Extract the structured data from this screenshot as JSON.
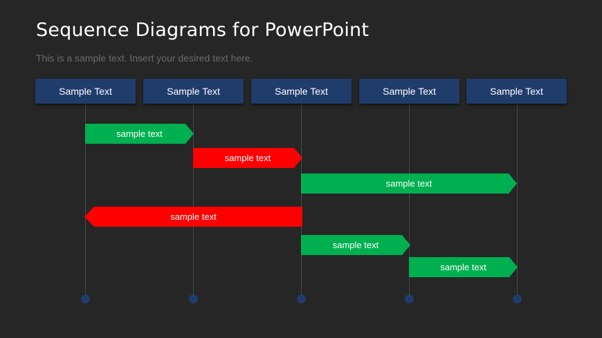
{
  "slide": {
    "title": "Sequence Diagrams for PowerPoint",
    "subtitle": "This is a sample text. Insert your desired text here."
  },
  "lanes": [
    {
      "label": "Sample Text"
    },
    {
      "label": "Sample Text"
    },
    {
      "label": "Sample Text"
    },
    {
      "label": "Sample Text"
    },
    {
      "label": "Sample Text"
    }
  ],
  "messages": [
    {
      "label": "sample text",
      "color": "#00b050",
      "direction": "right"
    },
    {
      "label": "sample text",
      "color": "#ff0000",
      "direction": "right"
    },
    {
      "label": "sample text",
      "color": "#00b050",
      "direction": "right"
    },
    {
      "label": "sample text",
      "color": "#ff0000",
      "direction": "left"
    },
    {
      "label": "sample text",
      "color": "#00b050",
      "direction": "right"
    },
    {
      "label": "sample text",
      "color": "#00b050",
      "direction": "right"
    }
  ],
  "colors": {
    "background": "#262626",
    "lane_header": "#1f3c6b",
    "endpoint": "#1f3c6b",
    "green": "#00b050",
    "red": "#ff0000"
  }
}
